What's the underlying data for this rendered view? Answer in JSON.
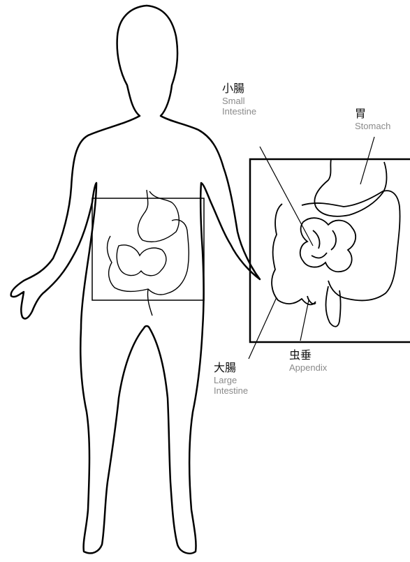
{
  "labels": {
    "small_intestine": {
      "jp": "小腸",
      "en_line1": "Small",
      "en_line2": "Intestine"
    },
    "stomach": {
      "jp": "胃",
      "en": "Stomach"
    },
    "large_intestine": {
      "jp": "大腸",
      "en_line1": "Large",
      "en_line2": "Intestine"
    },
    "appendix": {
      "jp": "虫垂",
      "en": "Appendix"
    }
  },
  "colors": {
    "line": "#000000",
    "english_text": "#8a8a8a",
    "japanese_text": "#111111"
  }
}
